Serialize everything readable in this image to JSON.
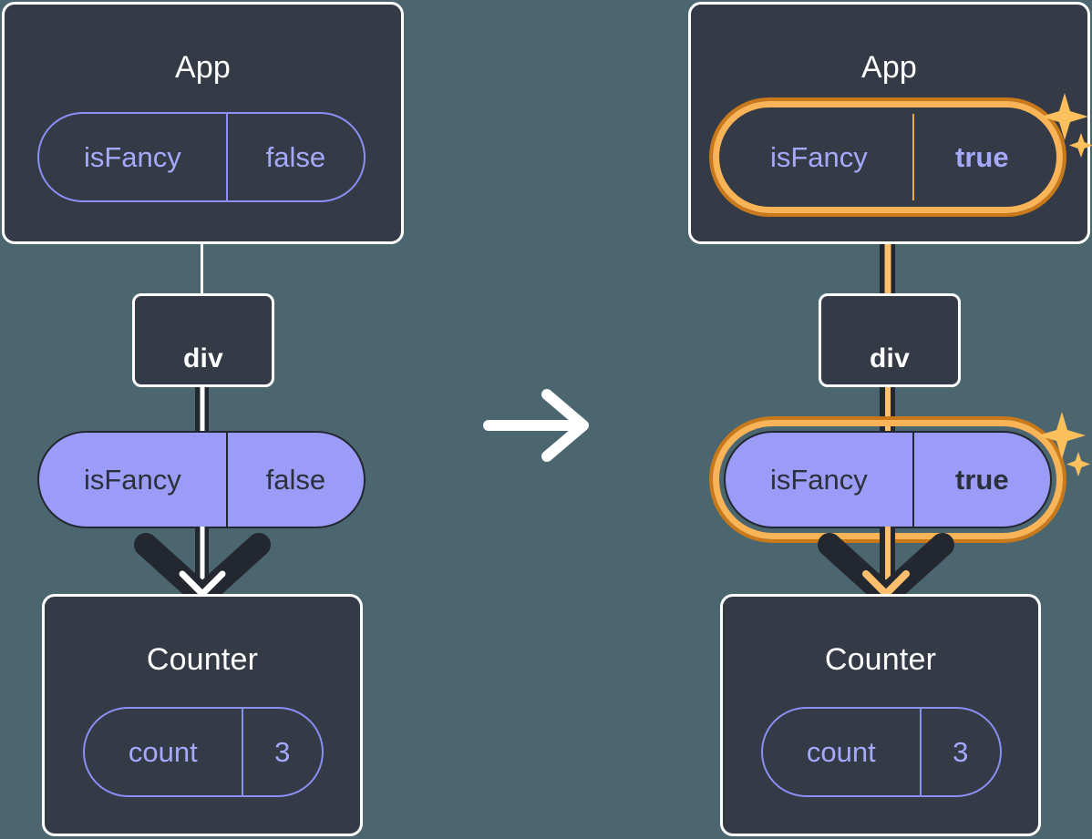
{
  "diagram": {
    "title_hidden": "",
    "background_color": "#4c6670",
    "transition_arrow": "arrow-right",
    "panels": [
      {
        "id": "before",
        "highlighted": false,
        "app": {
          "title": "App",
          "pill": {
            "key": "isFancy",
            "value": "false",
            "highlighted": false
          }
        },
        "div": {
          "title": "div"
        },
        "prop_pill": {
          "key": "isFancy",
          "value": "false",
          "highlighted": false
        },
        "counter": {
          "title": "Counter",
          "pill": {
            "key": "count",
            "value": "3",
            "highlighted": false
          }
        }
      },
      {
        "id": "after",
        "highlighted": true,
        "app": {
          "title": "App",
          "pill": {
            "key": "isFancy",
            "value": "true",
            "highlighted": true
          }
        },
        "div": {
          "title": "div"
        },
        "prop_pill": {
          "key": "isFancy",
          "value": "true",
          "highlighted": true
        },
        "counter": {
          "title": "Counter",
          "pill": {
            "key": "count",
            "value": "3",
            "highlighted": false
          }
        }
      }
    ],
    "colors": {
      "background": "#4c6670",
      "box_fill": "#343a46",
      "box_border": "#ffffff",
      "pill_outline": "#8b8ff5",
      "pill_text": "#a5a9fb",
      "pill_solid_fill": "#9a9cf7",
      "pill_solid_text": "#2b303b",
      "highlight_inner": "#f9b457",
      "highlight_outer": "#c97919",
      "connector_dark": "#23272f",
      "connector_light": "#ffffff",
      "connector_orange": "#fbbf6e",
      "sparkle": "#fbbf5c"
    },
    "sparkle_icon": "sparkle-star-icon"
  }
}
